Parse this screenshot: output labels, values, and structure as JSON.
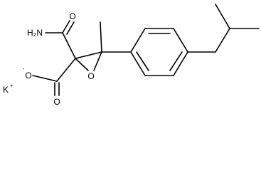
{
  "molecule": {
    "labels": {
      "amide_group": "H₂N",
      "carboxylate_oxygen": "O",
      "carboxylate_charge": "-",
      "carbonyl_oxygen_amide": "O",
      "carbonyl_oxygen_acid": "O",
      "epoxide_oxygen": "O",
      "counter_ion": "K",
      "counter_ion_charge": "+"
    }
  }
}
